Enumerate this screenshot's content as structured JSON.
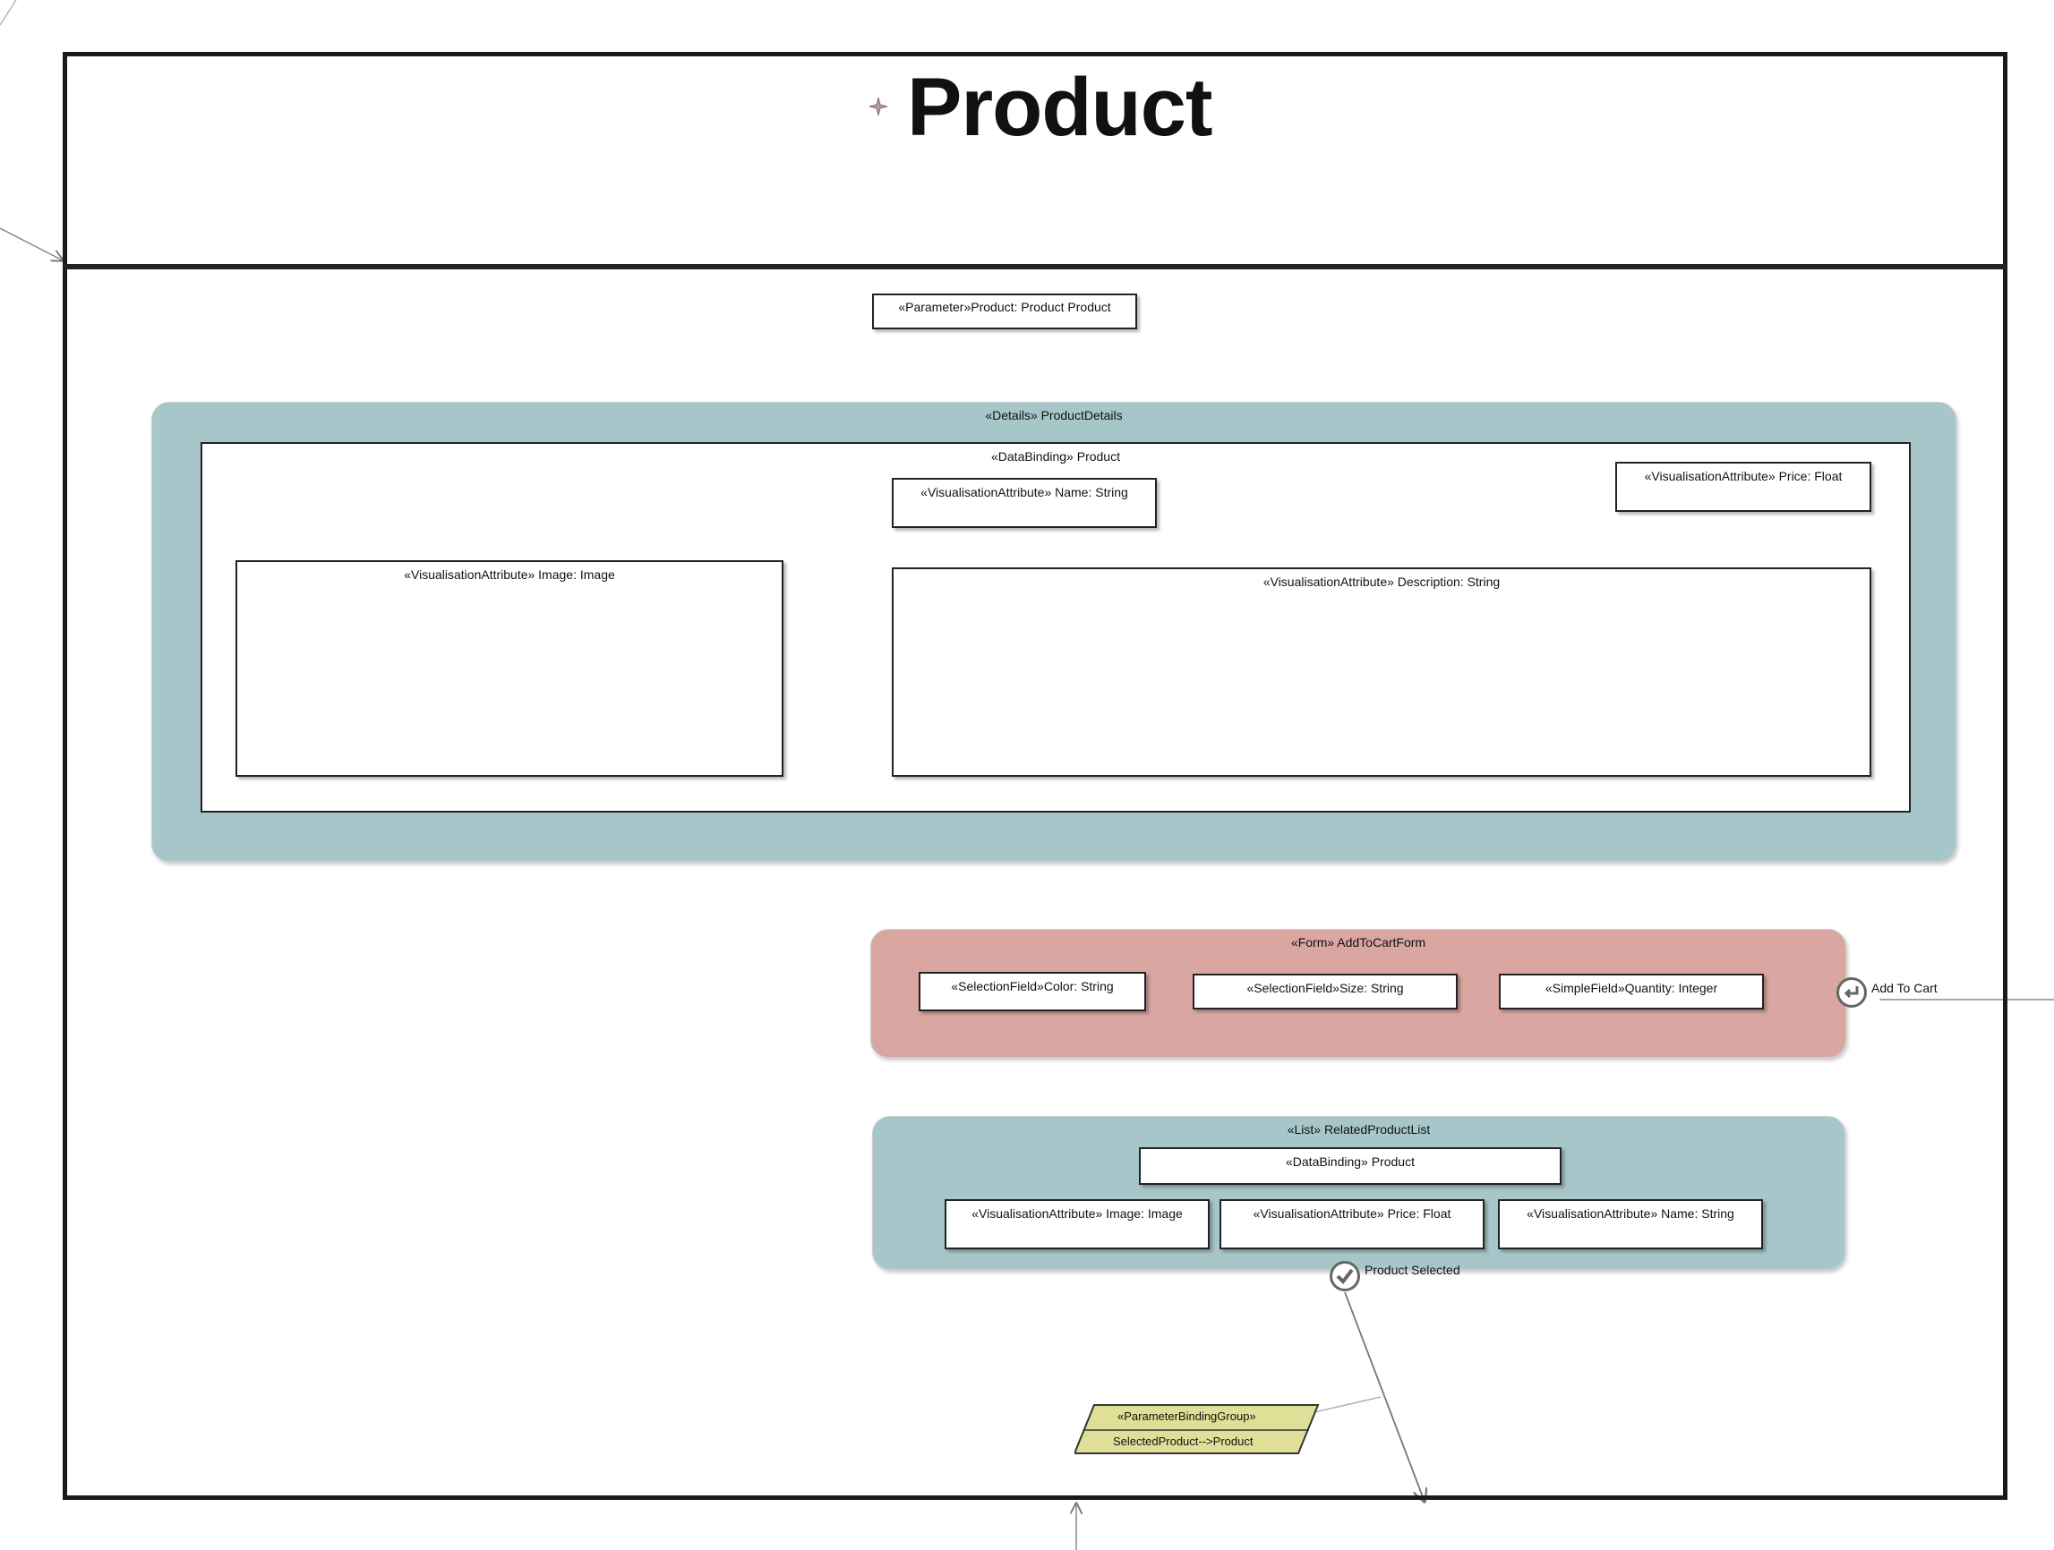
{
  "page": {
    "title": "Product",
    "title_icon": "sparkle-icon"
  },
  "parameter": {
    "label": "«Parameter»Product: Product Product"
  },
  "details": {
    "label": "«Details» ProductDetails",
    "databinding": "«DataBinding»  Product",
    "name_attr": "«VisualisationAttribute»  Name: String",
    "price_attr": "«VisualisationAttribute»  Price: Float",
    "image_attr": "«VisualisationAttribute»  Image: Image",
    "description_attr": "«VisualisationAttribute»  Description: String"
  },
  "form": {
    "label": "«Form» AddToCartForm",
    "fields": [
      "«SelectionField»Color: String",
      "«SelectionField»Size: String",
      "«SimpleField»Quantity: Integer"
    ],
    "action_label": "Add To Cart",
    "action_icon": "enter-return-icon"
  },
  "list": {
    "label": "«List» RelatedProductList",
    "databinding": "«DataBinding»  Product",
    "attrs": [
      "«VisualisationAttribute»  Image: Image",
      "«VisualisationAttribute»  Price: Float",
      "«VisualisationAttribute»  Name: String"
    ],
    "event_label": "Product Selected",
    "event_icon": "checkmark-icon"
  },
  "binding_group": {
    "stereotype": "«ParameterBindingGroup»",
    "value": "SelectedProduct-->Product"
  },
  "colors": {
    "teal_panel": "#a6c6ca",
    "rose_panel": "#d9a6a1",
    "binding_fill": "#e0df97"
  }
}
